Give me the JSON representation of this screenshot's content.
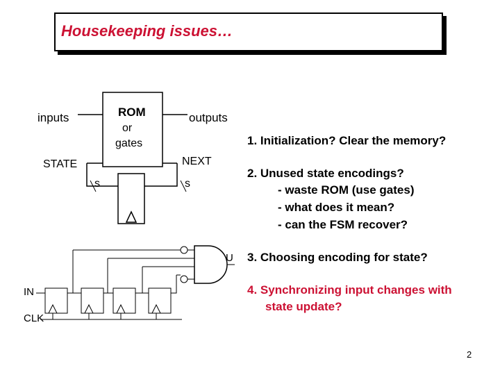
{
  "title": "Housekeeping issues…",
  "diagram": {
    "inputs": "inputs",
    "rom_line1": "ROM",
    "rom_line2": "or",
    "rom_line3": "gates",
    "outputs": "outputs",
    "state": "STATE",
    "next": "NEXT",
    "s_left": "s",
    "s_right": "s",
    "in_label": "IN",
    "clk_label": "CLK",
    "u_label": "U"
  },
  "items": [
    {
      "text": "1. Initialization?  Clear the memory?",
      "color": "#000000"
    },
    {
      "text": "2. Unused state encodings?",
      "color": "#000000",
      "subs": [
        "- waste ROM (use gates)",
        "- what does it mean?",
        "- can the FSM recover?"
      ]
    },
    {
      "text": "3. Choosing encoding for state?",
      "color": "#000000"
    },
    {
      "text": "4. Synchronizing input changes with",
      "color": "#cc1133",
      "subs": [
        "state update?"
      ]
    }
  ],
  "page_number": "2"
}
